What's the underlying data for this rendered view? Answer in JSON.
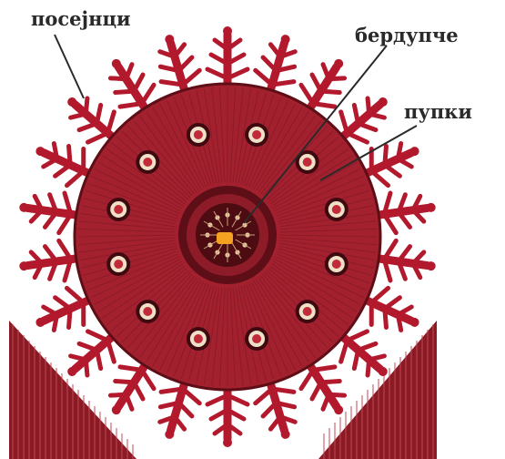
{
  "labels": {
    "posejnci": "посејнци",
    "berodupche": "бердупче",
    "pupki": "пупки"
  },
  "colors": {
    "disc": "#a3212f",
    "disc_dark": "#5e0e16",
    "spoke": "#7a1521",
    "motif": "#b3192c",
    "core": "#f4a020",
    "leader": "#2a2a2a"
  }
}
